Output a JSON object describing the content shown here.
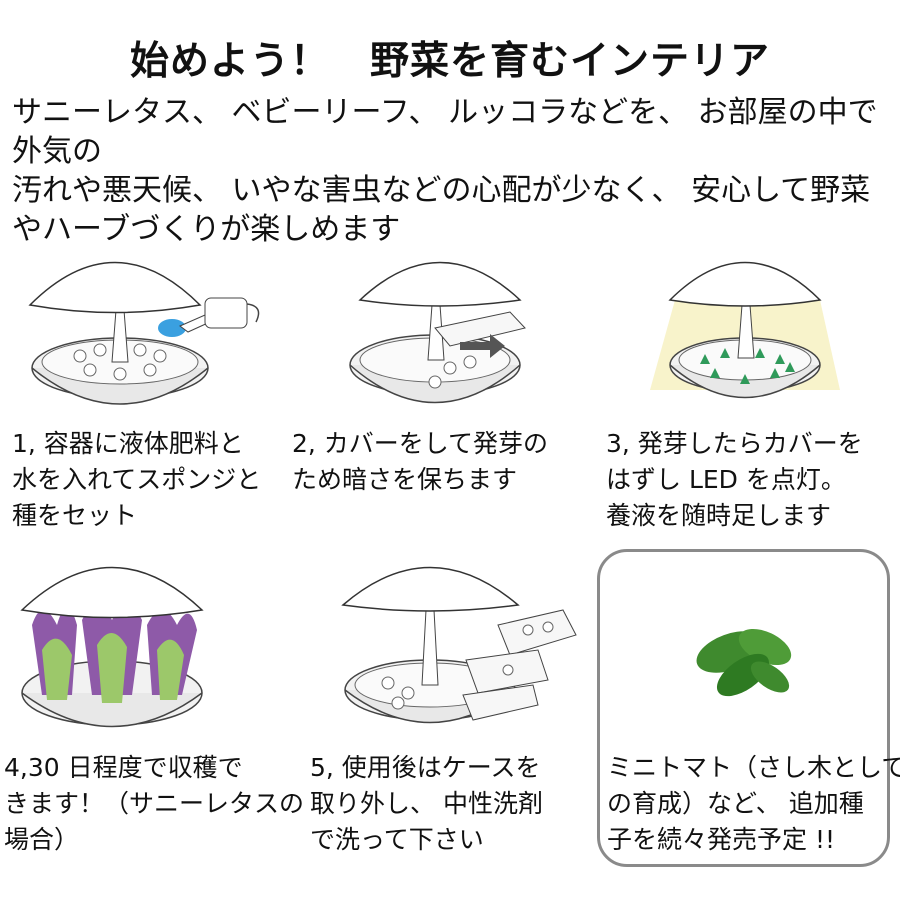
{
  "title": "始めよう！　野菜を育むインテリア",
  "intro": {
    "line1": "サニーレタス、 ベビーリーフ、 ルッコラなどを、 お部屋の中で外気の",
    "line2": "汚れや悪天候、 いやな害虫などの心配が少なく、 安心して野菜",
    "line3": "やハーブづくりが楽しめます"
  },
  "steps": [
    {
      "lines": [
        "1, 容器に液体肥料と",
        "水を入れてスポンジと",
        "種をセット"
      ]
    },
    {
      "lines": [
        "2, カバーをして発芽の",
        "ため暗さを保ちます"
      ]
    },
    {
      "lines": [
        "3, 発芽したらカバーを",
        "はずし LED を点灯。",
        "養液を随時足します"
      ]
    },
    {
      "lines": [
        "4,30 日程度で収穫で",
        "きます！（サニーレタスの",
        "場合）"
      ]
    },
    {
      "lines": [
        "5, 使用後はケースを",
        "取り外し、 中性洗剤",
        "で洗って下さい"
      ]
    }
  ],
  "notice": {
    "lines": [
      "ミニトマト（さし木として",
      "の育成）など、 追加種",
      "子を続々発売予定 !!"
    ]
  },
  "colors": {
    "border": "#8a8a8a",
    "water": "#3aa0e0",
    "led_glow": "#f3e9a0",
    "sprout": "#2f9a5a",
    "lettuce_purple": "#8e5aa8",
    "lettuce_green": "#9cc86a",
    "basil": "#3f8a2e"
  }
}
